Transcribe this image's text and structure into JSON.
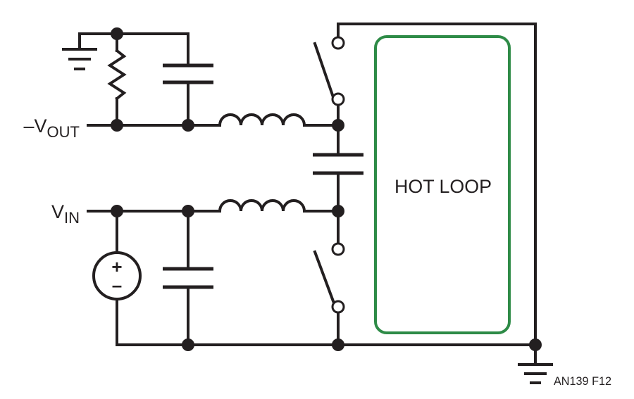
{
  "diagram": {
    "labels": {
      "vout_prefix": "–V",
      "vout_sub": "OUT",
      "vin_prefix": "V",
      "vin_sub": "IN",
      "hot_loop": "HOT LOOP",
      "figure_id": "AN139 F12",
      "source_plus": "+",
      "source_minus": "–"
    },
    "colors": {
      "wire": "#231f20",
      "hot_loop": "#2e8b47",
      "background": "#ffffff"
    }
  }
}
